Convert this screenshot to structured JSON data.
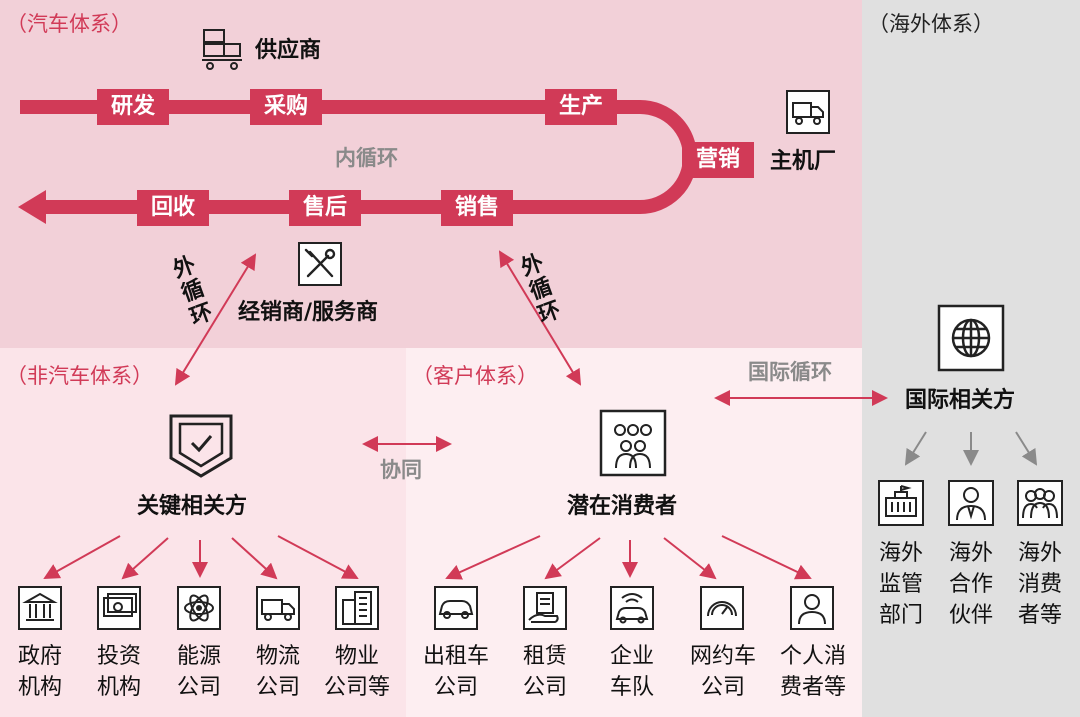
{
  "sections": {
    "auto": "（汽车体系）",
    "overseas": "（海外体系）",
    "non_auto": "（非汽车体系）",
    "customer": "（客户体系）"
  },
  "auto_system": {
    "supplier": "供应商",
    "oem": "主机厂",
    "dealer": "经销商/服务商",
    "inner_loop": "内循环",
    "stages_top": [
      "研发",
      "采购",
      "生产"
    ],
    "stage_turn": "营销",
    "stages_bottom": [
      "回收",
      "售后",
      "销售"
    ]
  },
  "flows": {
    "outer_left": "外\n循\n环",
    "outer_right": "外\n循\n环",
    "collab": "协同",
    "international": "国际循环"
  },
  "non_auto": {
    "title": "关键相关方",
    "items": [
      {
        "label": "政府\n机构",
        "icon": "government-icon"
      },
      {
        "label": "投资\n机构",
        "icon": "money-icon"
      },
      {
        "label": "能源\n公司",
        "icon": "atom-icon"
      },
      {
        "label": "物流\n公司",
        "icon": "truck-icon"
      },
      {
        "label": "物业\n公司等",
        "icon": "building-icon"
      }
    ]
  },
  "customer": {
    "title": "潜在消费者",
    "items": [
      {
        "label": "出租车\n公司",
        "icon": "car-icon"
      },
      {
        "label": "租赁\n公司",
        "icon": "lease-icon"
      },
      {
        "label": "企业\n车队",
        "icon": "fleet-icon"
      },
      {
        "label": "网约车\n公司",
        "icon": "gauge-icon"
      },
      {
        "label": "个人消\n费者等",
        "icon": "person-icon"
      }
    ]
  },
  "overseas": {
    "title": "国际相关方",
    "items": [
      {
        "label": "海外\n监管\n部门",
        "icon": "regulator-icon"
      },
      {
        "label": "海外\n合作\n伙伴",
        "icon": "partner-icon"
      },
      {
        "label": "海外\n消费\n者等",
        "icon": "consumers-icon"
      }
    ]
  },
  "colors": {
    "accent": "#d13a57",
    "auto_bg": "#f2d0d8",
    "light_bg": "#fbe6ea",
    "overseas_bg": "#e0e0e0"
  }
}
